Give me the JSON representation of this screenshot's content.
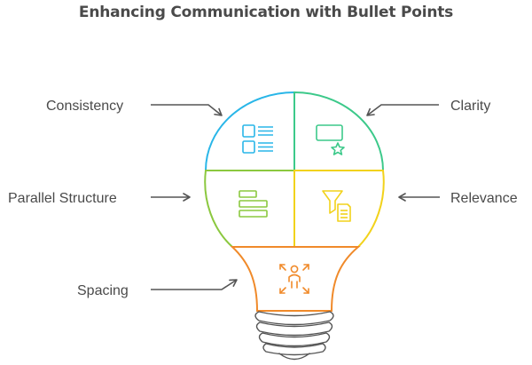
{
  "title": "Enhancing Communication with Bullet Points",
  "labels": {
    "consistency": "Consistency",
    "clarity": "Clarity",
    "parallel_structure": "Parallel Structure",
    "relevance": "Relevance",
    "spacing": "Spacing"
  },
  "colors": {
    "text": "#4a4a4a",
    "consistency": "#29b6e8",
    "clarity": "#3cc98a",
    "parallel_structure": "#8bc83f",
    "relevance": "#f2d21b",
    "spacing": "#f08a2a",
    "base": "#555555"
  },
  "icons": {
    "consistency": "list-icon",
    "clarity": "card-star-icon",
    "parallel_structure": "stacked-bars-icon",
    "relevance": "filter-document-icon",
    "spacing": "person-arrows-icon"
  }
}
